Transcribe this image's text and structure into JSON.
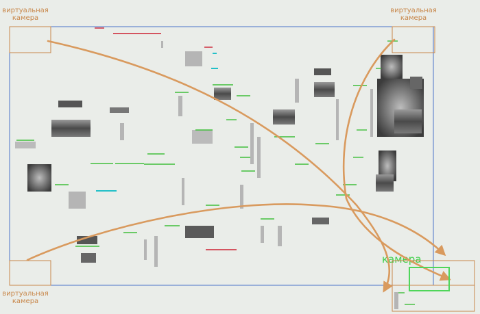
{
  "labels": {
    "top_left": [
      "виртуальная",
      "камера"
    ],
    "top_right": [
      "виртуальная",
      "камера"
    ],
    "bottom_left": [
      "виртуальная",
      "камера"
    ],
    "camera": "камера"
  },
  "colors": {
    "background": "#eaede9",
    "level_border": "#4a73c9",
    "virtual_camera": "#c8874a",
    "arrow": "#d99a5e",
    "camera": "#4fd65a",
    "platform_green": "#3fbf3a",
    "hazard_red": "#cc2233",
    "water_cyan": "#22c0c8",
    "structure_dark": "#555555"
  }
}
